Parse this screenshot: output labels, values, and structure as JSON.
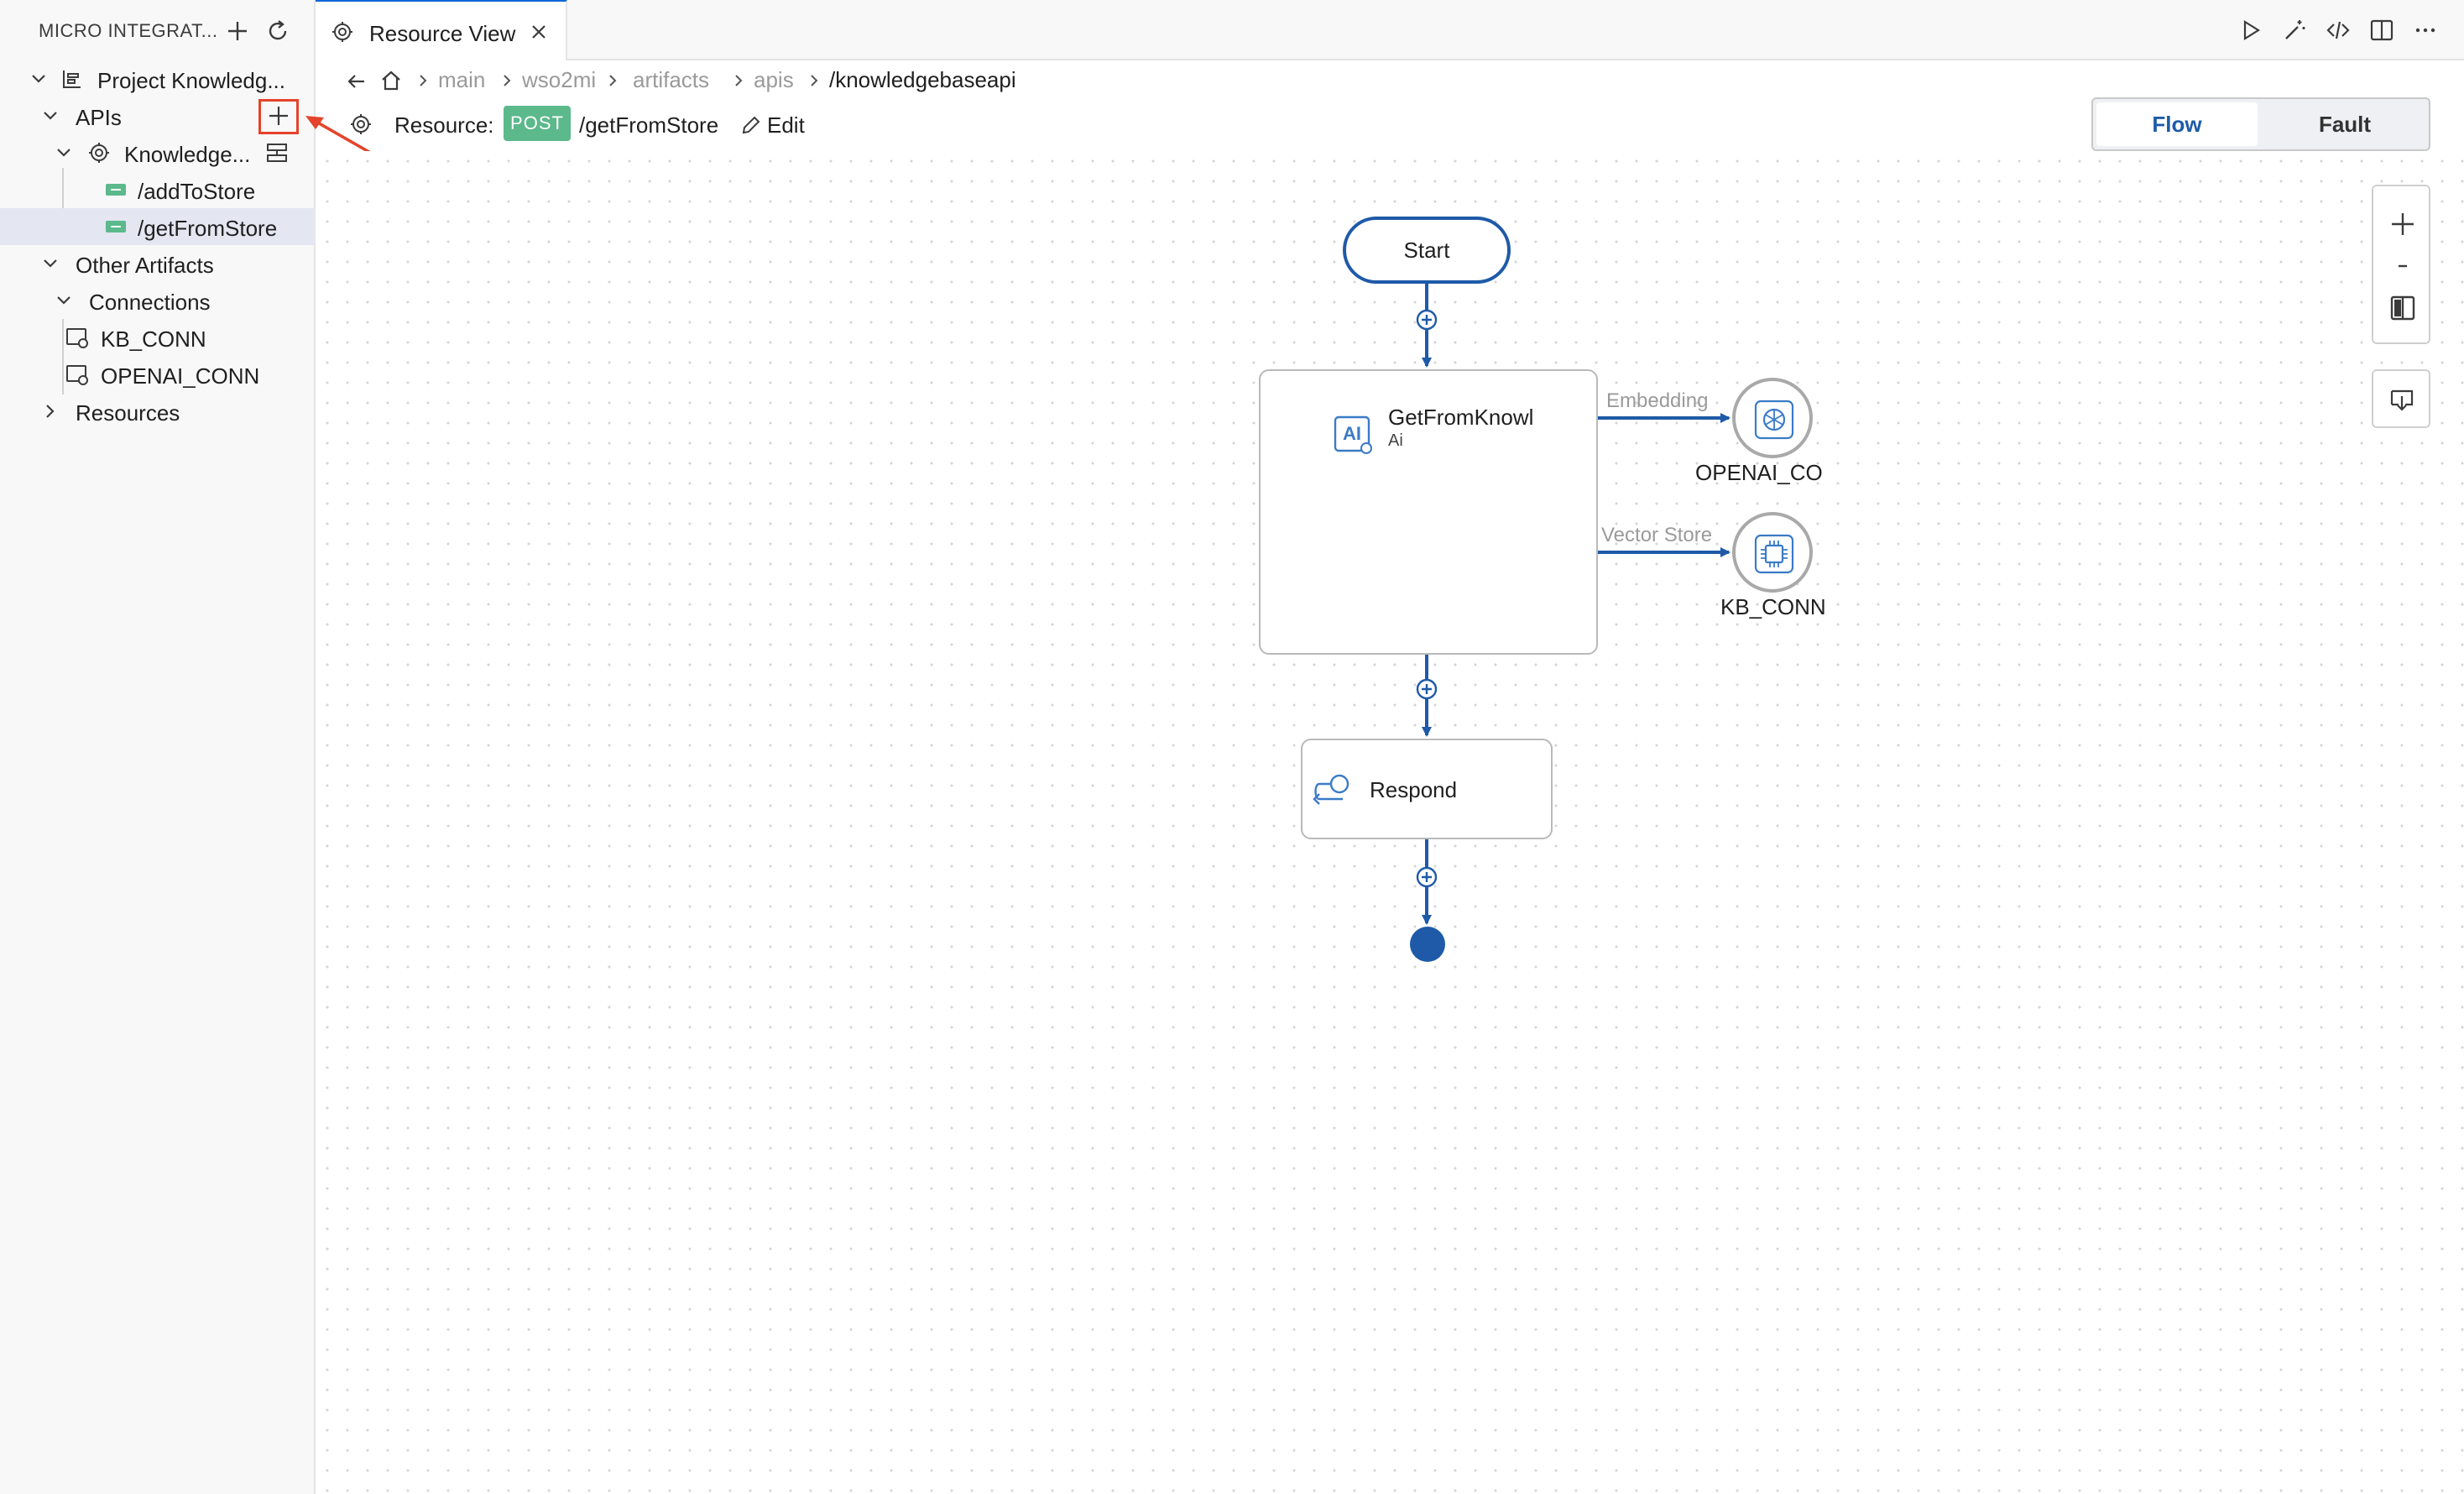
{
  "sidebar": {
    "title": "MICRO INTEGRAT...",
    "items": [
      {
        "label": "Project Knowledg..."
      },
      {
        "label": "APIs"
      },
      {
        "label": "Knowledge..."
      },
      {
        "label": "/addToStore"
      },
      {
        "label": "/getFromStore"
      },
      {
        "label": "Other Artifacts"
      },
      {
        "label": "Connections"
      },
      {
        "label": "KB_CONN"
      },
      {
        "label": "OPENAI_CONN"
      },
      {
        "label": "Resources"
      }
    ]
  },
  "tab": {
    "label": "Resource View"
  },
  "breadcrumb": [
    "main",
    "wso2mi",
    "artifacts",
    "apis",
    "/knowledgebaseapi"
  ],
  "resource": {
    "label": "Resource:",
    "method": "POST",
    "path": "/getFromStore",
    "edit": "Edit"
  },
  "view_toggle": {
    "flow": "Flow",
    "fault": "Fault"
  },
  "flow": {
    "start": "Start",
    "ai_node": {
      "title": "GetFromKnowl",
      "subtitle": "Ai"
    },
    "respond": "Respond",
    "edges": {
      "embedding": "Embedding",
      "vector_store": "Vector Store"
    },
    "connectors": {
      "openai": "OPENAI_CO",
      "kb": "KB_CONN"
    }
  },
  "colors": {
    "accent": "#1e5aa8",
    "post_badge": "#5bb98c",
    "annotation": "#e5432b"
  }
}
